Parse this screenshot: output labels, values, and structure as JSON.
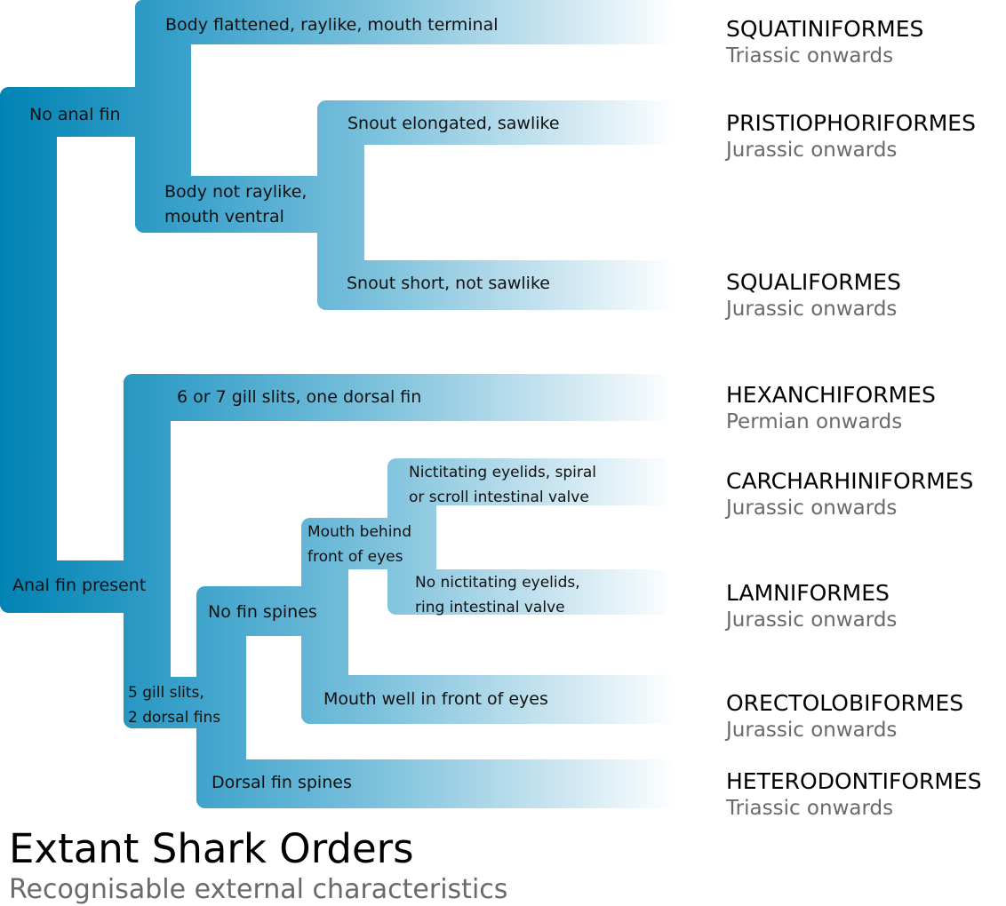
{
  "title": "Extant Shark Orders",
  "subtitle": "Recognisable external characteristics",
  "colors": {
    "branch_start": "#0083B4",
    "branch_mid": "#7CC1DC",
    "branch_end": "#FFFFFF",
    "label_text": "#111111",
    "order_name": "#000000",
    "order_age": "#6A6A6A"
  },
  "nodes": {
    "no_anal_fin": "No anal fin",
    "body_flattened": "Body flattened, raylike, mouth terminal",
    "body_not_raylike_1": "Body not raylike,",
    "body_not_raylike_2": "mouth ventral",
    "snout_elongated": "Snout elongated, sawlike",
    "snout_short": "Snout short, not sawlike",
    "anal_fin_present": "Anal fin present",
    "gill_6_7": "6 or 7 gill slits, one dorsal fin",
    "gill_5_1": "5 gill slits,",
    "gill_5_2": "2 dorsal fins",
    "no_fin_spines": "No fin spines",
    "dorsal_fin_spines": "Dorsal fin spines",
    "mouth_behind_1": "Mouth behind",
    "mouth_behind_2": "front of eyes",
    "mouth_front": "Mouth well in front of eyes",
    "nictitating_1": "Nictitating eyelids, spiral",
    "nictitating_2": "or scroll intestinal valve",
    "no_nictitating_1": "No nictitating eyelids,",
    "no_nictitating_2": "ring intestinal valve"
  },
  "orders": [
    {
      "name": "SQUATINIFORMES",
      "age": "Triassic onwards"
    },
    {
      "name": "PRISTIOPHORIFORMES",
      "age": "Jurassic onwards"
    },
    {
      "name": "SQUALIFORMES",
      "age": "Jurassic onwards"
    },
    {
      "name": "HEXANCHIFORMES",
      "age": "Permian onwards"
    },
    {
      "name": "CARCHARHINIFORMES",
      "age": "Jurassic onwards"
    },
    {
      "name": "LAMNIFORMES",
      "age": "Jurassic onwards"
    },
    {
      "name": "ORECTOLOBIFORMES",
      "age": "Jurassic onwards"
    },
    {
      "name": "HETERODONTIFORMES",
      "age": "Triassic onwards"
    }
  ]
}
